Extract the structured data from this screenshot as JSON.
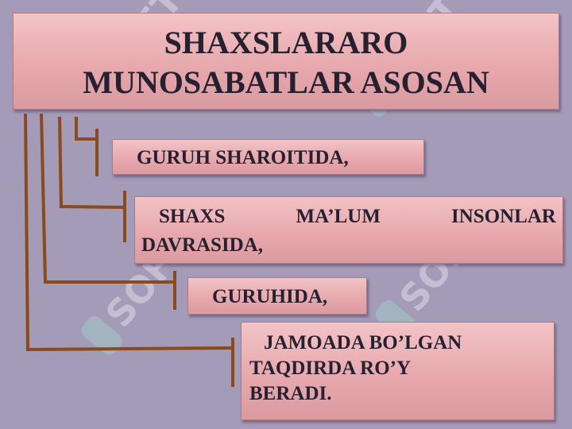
{
  "title": {
    "line1": "SHAXSLARARO",
    "line2": "MUNOSABATLAR ASOSAN"
  },
  "items": [
    {
      "text": "GURUH SHAROITIDA,"
    },
    {
      "words": [
        "SHAXS",
        "MA’LUM",
        "INSONLAR"
      ],
      "line2": "DAVRASIDA,"
    },
    {
      "text": "GURUHIDA,"
    },
    {
      "lines": [
        "JAMOADA BO’LGAN",
        "TAQDIRDA RO’Y",
        "BERADI."
      ]
    }
  ],
  "watermark": {
    "text": "SOFT"
  },
  "colors": {
    "background": "#a49bb8",
    "box_fill": "#e7a9ad",
    "box_text": "#262030",
    "connector": "#8b4a1c"
  }
}
